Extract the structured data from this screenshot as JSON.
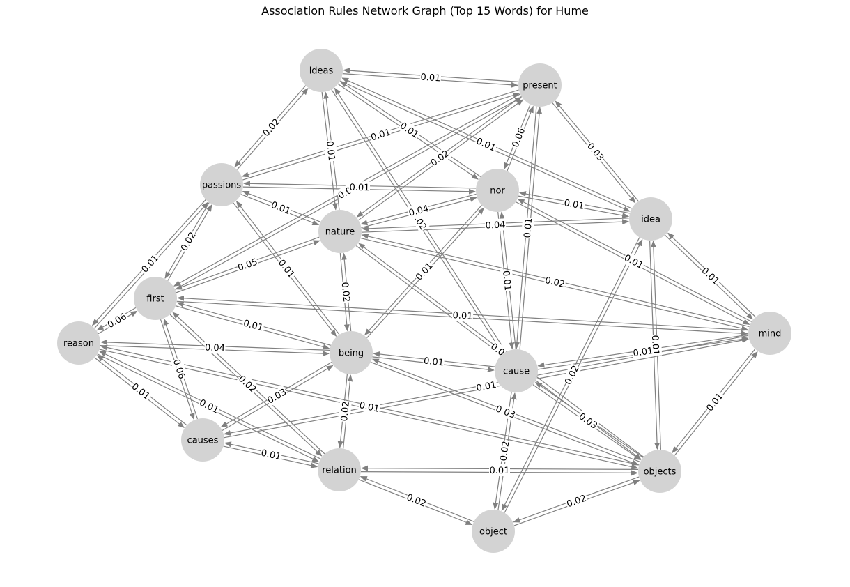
{
  "title": "Association Rules Network Graph (Top 15 Words) for Hume",
  "colors": {
    "node": "#d3d3d3",
    "edge": "#808080",
    "label_bg": "#ffffff"
  },
  "nodes": [
    "ideas",
    "present",
    "passions",
    "nor",
    "idea",
    "nature",
    "first",
    "mind",
    "reason",
    "being",
    "cause",
    "causes",
    "relation",
    "objects",
    "object"
  ],
  "edges": [
    {
      "a": "ideas",
      "b": "present",
      "label": "0.01"
    },
    {
      "a": "ideas",
      "b": "passions",
      "label": "0.02"
    },
    {
      "a": "ideas",
      "b": "nature",
      "label": "0.01"
    },
    {
      "a": "ideas",
      "b": "nor",
      "label": "0.01"
    },
    {
      "a": "ideas",
      "b": "idea",
      "label": "0.01"
    },
    {
      "a": "ideas",
      "b": "cause",
      "label": "0.02"
    },
    {
      "a": "present",
      "b": "passions",
      "label": "0.01"
    },
    {
      "a": "present",
      "b": "nor",
      "label": "0.06"
    },
    {
      "a": "present",
      "b": "idea",
      "label": "0.03"
    },
    {
      "a": "present",
      "b": "first",
      "label": "0.01"
    },
    {
      "a": "present",
      "b": "nature",
      "label": "0.02"
    },
    {
      "a": "present",
      "b": "cause",
      "label": "0.01"
    },
    {
      "a": "passions",
      "b": "first",
      "label": "0.02"
    },
    {
      "a": "passions",
      "b": "reason",
      "label": "0.01"
    },
    {
      "a": "passions",
      "b": "nor",
      "label": "0.01"
    },
    {
      "a": "passions",
      "b": "nature",
      "label": "0.01"
    },
    {
      "a": "passions",
      "b": "being",
      "label": "0.01"
    },
    {
      "a": "nor",
      "b": "idea",
      "label": "0.01"
    },
    {
      "a": "nor",
      "b": "nature",
      "label": "0.04"
    },
    {
      "a": "nor",
      "b": "mind",
      "label": "0.01"
    },
    {
      "a": "nor",
      "b": "cause",
      "label": "0.01"
    },
    {
      "a": "nor",
      "b": "being",
      "label": "0.01"
    },
    {
      "a": "idea",
      "b": "mind",
      "label": "0.01"
    },
    {
      "a": "idea",
      "b": "nature",
      "label": "0.04"
    },
    {
      "a": "idea",
      "b": "objects",
      "label": "0.01"
    },
    {
      "a": "nature",
      "b": "first",
      "label": "0.05"
    },
    {
      "a": "nature",
      "b": "being",
      "label": "0.02"
    },
    {
      "a": "nature",
      "b": "mind",
      "label": "0.02"
    },
    {
      "a": "first",
      "b": "reason",
      "label": "0.06"
    },
    {
      "a": "first",
      "b": "causes",
      "label": "0.06"
    },
    {
      "a": "first",
      "b": "being",
      "label": "0.01"
    },
    {
      "a": "first",
      "b": "mind",
      "label": "0.01"
    },
    {
      "a": "reason",
      "b": "being",
      "label": "0.04"
    },
    {
      "a": "reason",
      "b": "causes",
      "label": "0.01"
    },
    {
      "a": "reason",
      "b": "relation",
      "label": "0.01"
    },
    {
      "a": "being",
      "b": "cause",
      "label": "0.01"
    },
    {
      "a": "being",
      "b": "relation",
      "label": "0.02"
    },
    {
      "a": "being",
      "b": "objects",
      "label": "0.03"
    },
    {
      "a": "cause",
      "b": "mind",
      "label": "0.01"
    },
    {
      "a": "cause",
      "b": "objects",
      "label": "0.03"
    },
    {
      "a": "cause",
      "b": "object",
      "label": "0.02"
    },
    {
      "a": "mind",
      "b": "objects",
      "label": "0.01"
    },
    {
      "a": "causes",
      "b": "relation",
      "label": "0.01"
    },
    {
      "a": "relation",
      "b": "objects",
      "label": "0.01"
    },
    {
      "a": "relation",
      "b": "object",
      "label": "0.02"
    },
    {
      "a": "object",
      "b": "objects",
      "label": "0.02"
    },
    {
      "a": "idea",
      "b": "object",
      "label": "0.02"
    },
    {
      "a": "causes",
      "b": "being",
      "label": "0.03"
    },
    {
      "a": "first",
      "b": "relation",
      "label": "0.02"
    },
    {
      "a": "reason",
      "b": "objects",
      "label": "0.01"
    },
    {
      "a": "mind",
      "b": "causes",
      "label": "0.01"
    },
    {
      "a": "nature",
      "b": "objects",
      "label": "0.02"
    }
  ]
}
